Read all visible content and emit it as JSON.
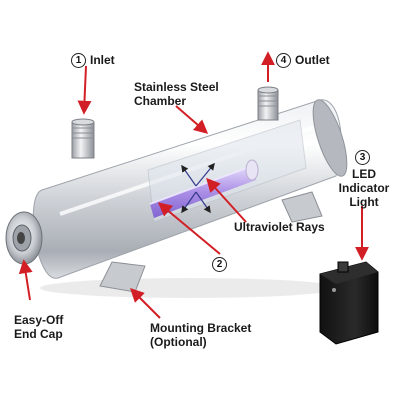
{
  "callouts": {
    "inlet": {
      "number": "1",
      "text": "Inlet"
    },
    "outlet": {
      "number": "4",
      "text": "Outlet"
    },
    "chamber": {
      "line1": "Stainless Steel",
      "line2": "Chamber"
    },
    "uv": {
      "text": "Ultraviolet Rays"
    },
    "lamp": {
      "number": "2"
    },
    "led": {
      "number": "3",
      "line1": "LED",
      "line2": "Indicator",
      "line3": "Light"
    },
    "endcap": {
      "line1": "Easy-Off",
      "line2": "End Cap"
    },
    "bracket": {
      "line1": "Mounting Bracket",
      "line2": "(Optional)"
    }
  },
  "colors": {
    "arrow": "#d21f26",
    "steel": "#c9ccd1",
    "uv_glow": "#b39ae6",
    "power_supply": "#1b1b1b"
  }
}
